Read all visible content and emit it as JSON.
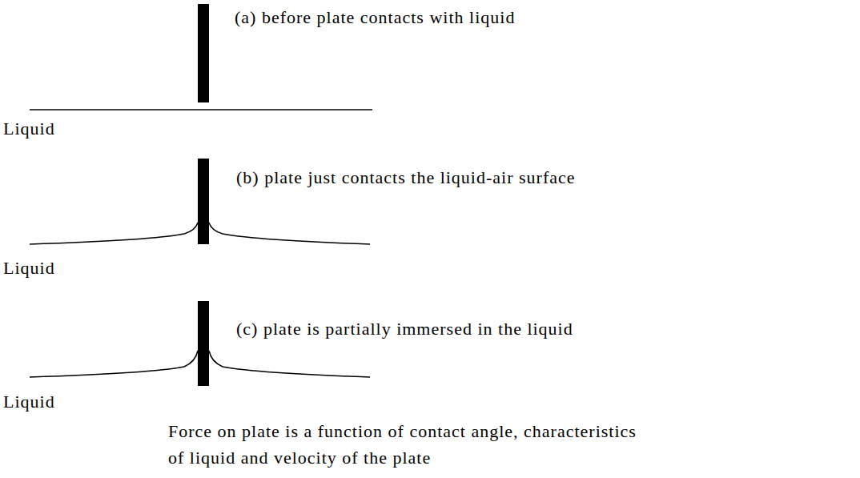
{
  "diagram": {
    "caption": "Force on plate is a function of contact angle, characteristics of liquid and velocity of the plate",
    "labels": [
      "(a) before plate contacts with liquid",
      "Liquid",
      "(b) plate just contacts the liquid-air surface",
      "Liquid",
      "(c) plate is partially immersed in the liquid",
      "Liquid"
    ]
  }
}
